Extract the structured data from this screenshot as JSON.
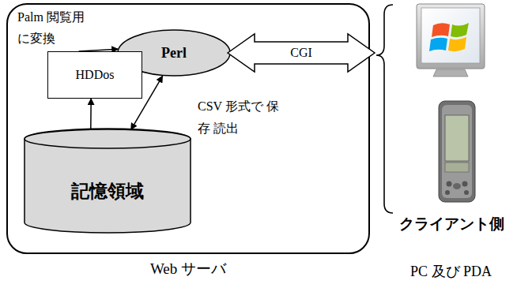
{
  "diagram": {
    "nodes": [
      {
        "text": [
          "Web サーバ"
        ]
      },
      {
        "text": [
          "Perl"
        ],
        "in": 0
      },
      {
        "text": [
          "HDDos"
        ],
        "in": 0
      },
      {
        "text": [
          "記憶領域"
        ],
        "in": 0
      },
      {
        "text": [
          "CGI"
        ]
      }
    ],
    "edges": [
      {
        "from": 2,
        "to": 1,
        "arrow": "to",
        "label": "Palm 閲覧用 に変換"
      },
      {
        "from": 3,
        "to": 2,
        "arrow": "to"
      },
      {
        "from": 1,
        "to": 3,
        "arrow": "both",
        "label": "CSV 形式で 保存 読出"
      }
    ],
    "labels": [
      "クライアント側",
      "PC 及び PDA"
    ]
  }
}
